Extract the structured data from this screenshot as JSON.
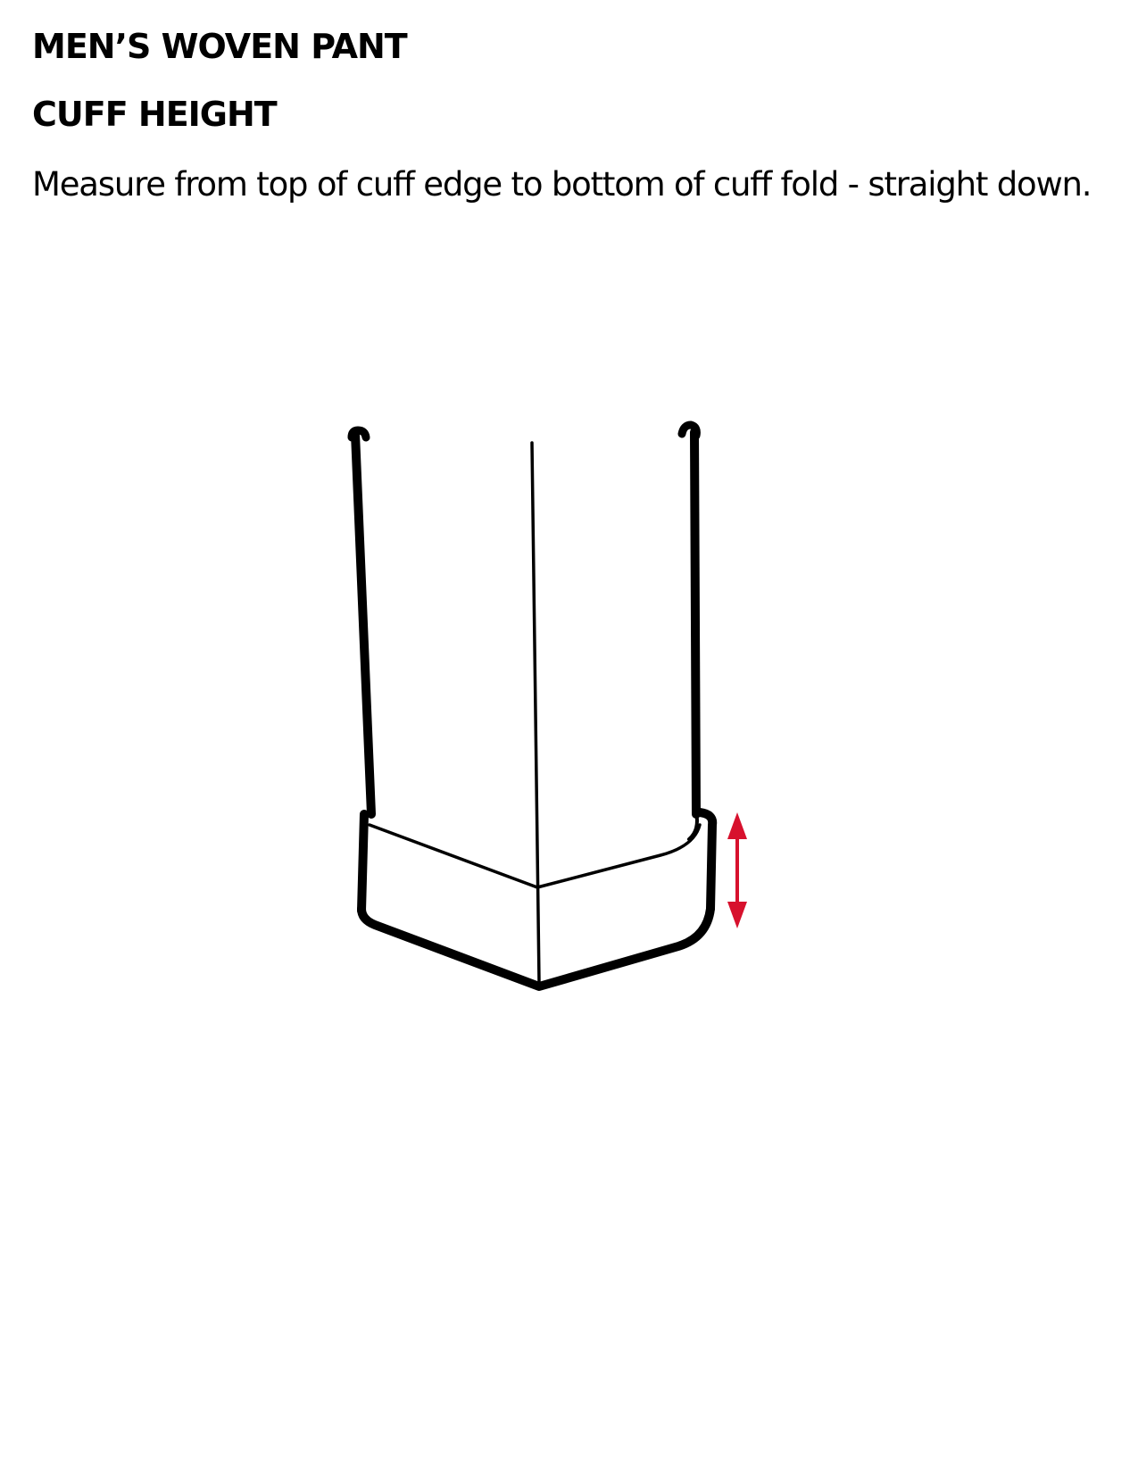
{
  "document": {
    "title": "MEN’S WOVEN PANT",
    "section_title": "CUFF HEIGHT",
    "instruction": "Measure from top of cuff edge to bottom of cuff fold - straight down."
  },
  "illustration": {
    "subject": "pant-leg-cuff",
    "line_color": "#000000",
    "measure_arrow_color": "#d7112d"
  }
}
